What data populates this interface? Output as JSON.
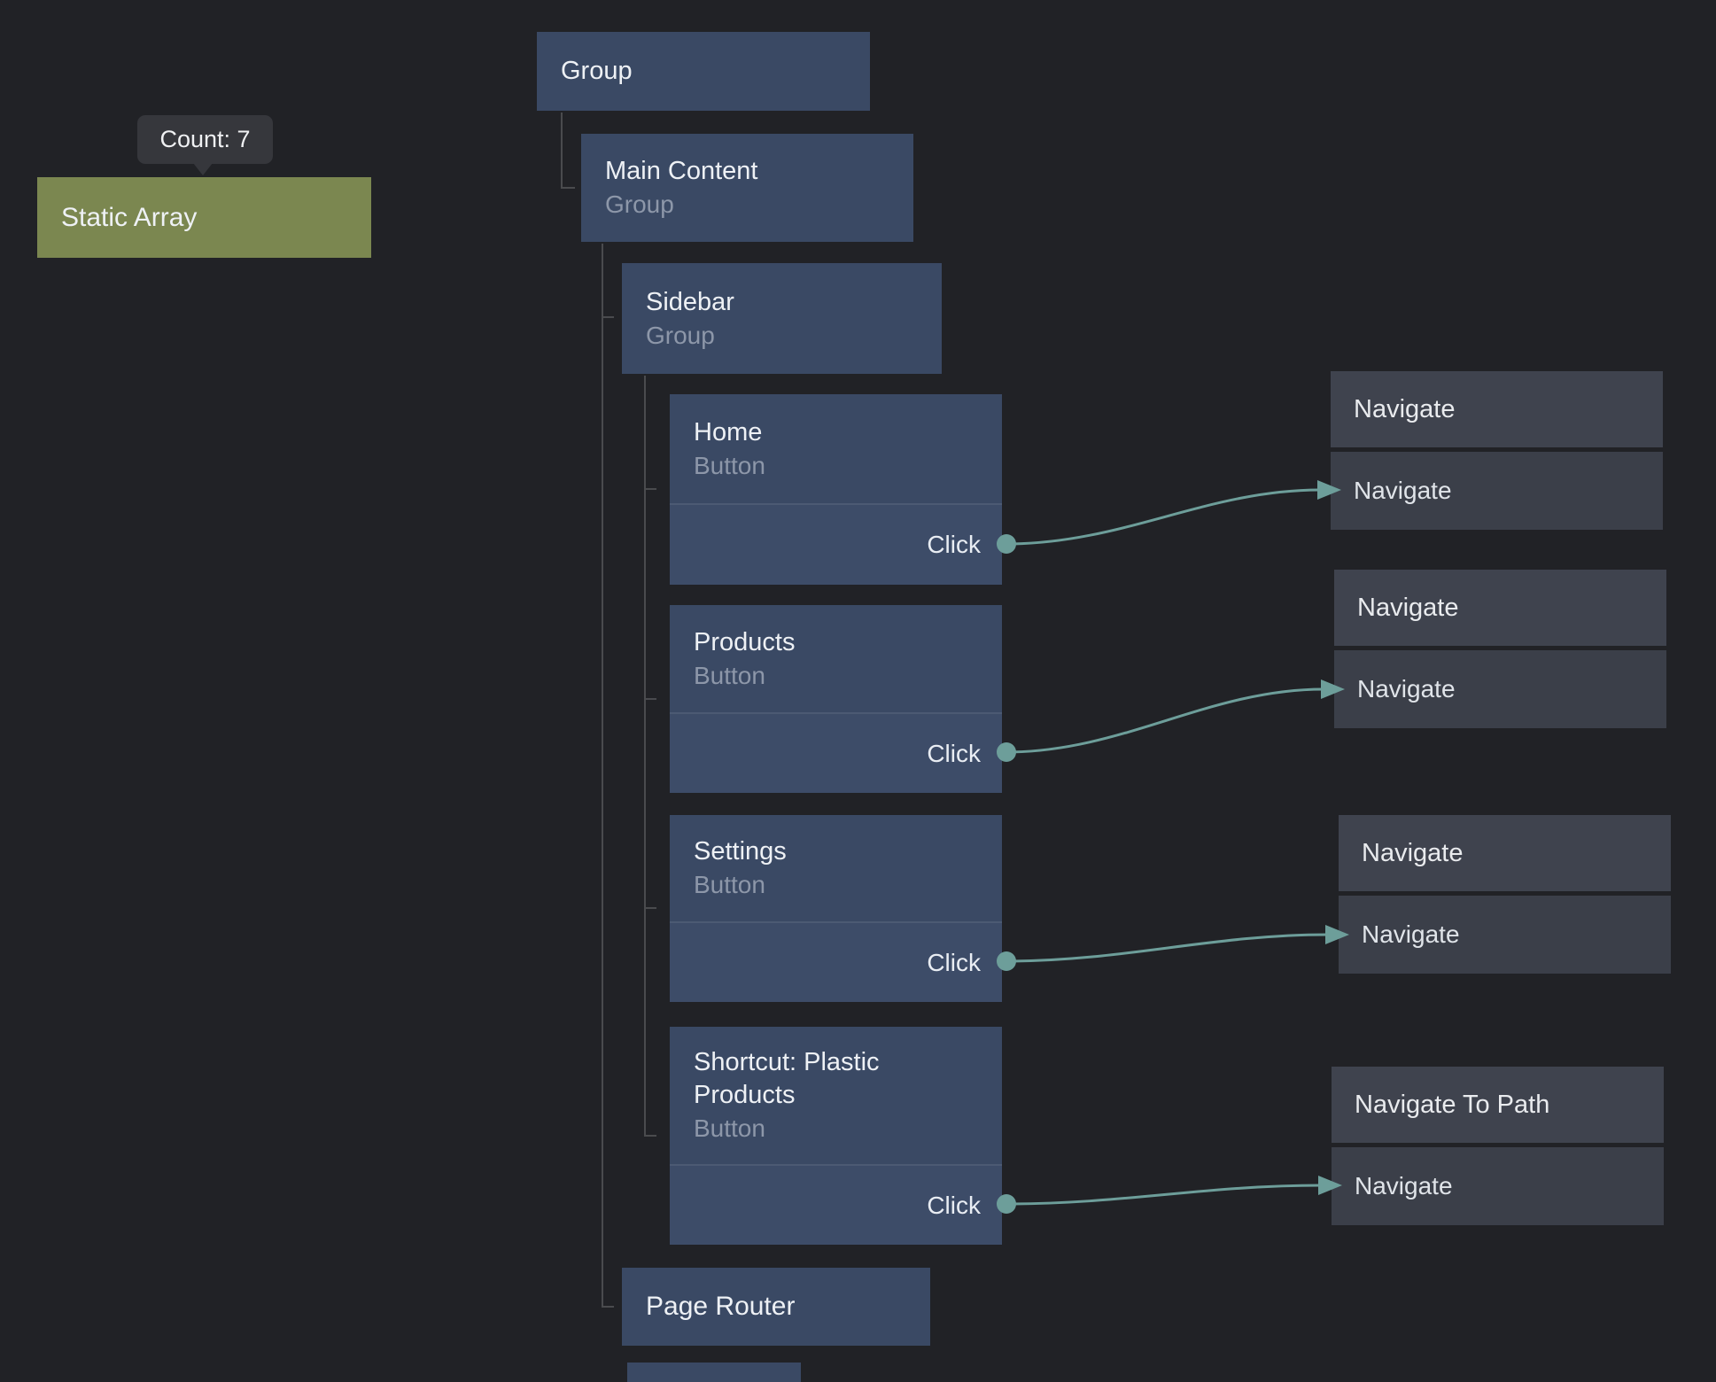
{
  "canvas": {
    "background": "#212226"
  },
  "colors": {
    "node_blue": "#3a4964",
    "node_blue_port_row": "#3d4c68",
    "node_gray_header": "#3f434e",
    "node_gray_row": "#3b3f49",
    "node_green": "#7b8750",
    "wire_teal": "#6d9e9a",
    "tree_line": "#4a4b4e",
    "subtitle_gray": "#8d97a9"
  },
  "tooltip": {
    "text": "Count: 7"
  },
  "nodes": {
    "static_array": {
      "title": "Static Array"
    },
    "group": {
      "title": "Group"
    },
    "main_content": {
      "title": "Main Content",
      "subtitle": "Group"
    },
    "sidebar": {
      "title": "Sidebar",
      "subtitle": "Group"
    },
    "home": {
      "title": "Home",
      "subtitle": "Button",
      "port": "Click"
    },
    "products": {
      "title": "Products",
      "subtitle": "Button",
      "port": "Click"
    },
    "settings": {
      "title": "Settings",
      "subtitle": "Button",
      "port": "Click"
    },
    "shortcut": {
      "title": "Shortcut: Plastic Products",
      "subtitle": "Button",
      "port": "Click"
    },
    "page_router": {
      "title": "Page Router"
    },
    "navigate_1": {
      "title": "Navigate",
      "input": "Navigate"
    },
    "navigate_2": {
      "title": "Navigate",
      "input": "Navigate"
    },
    "navigate_3": {
      "title": "Navigate",
      "input": "Navigate"
    },
    "navigate_to_path": {
      "title": "Navigate To Path",
      "input": "Navigate"
    }
  }
}
